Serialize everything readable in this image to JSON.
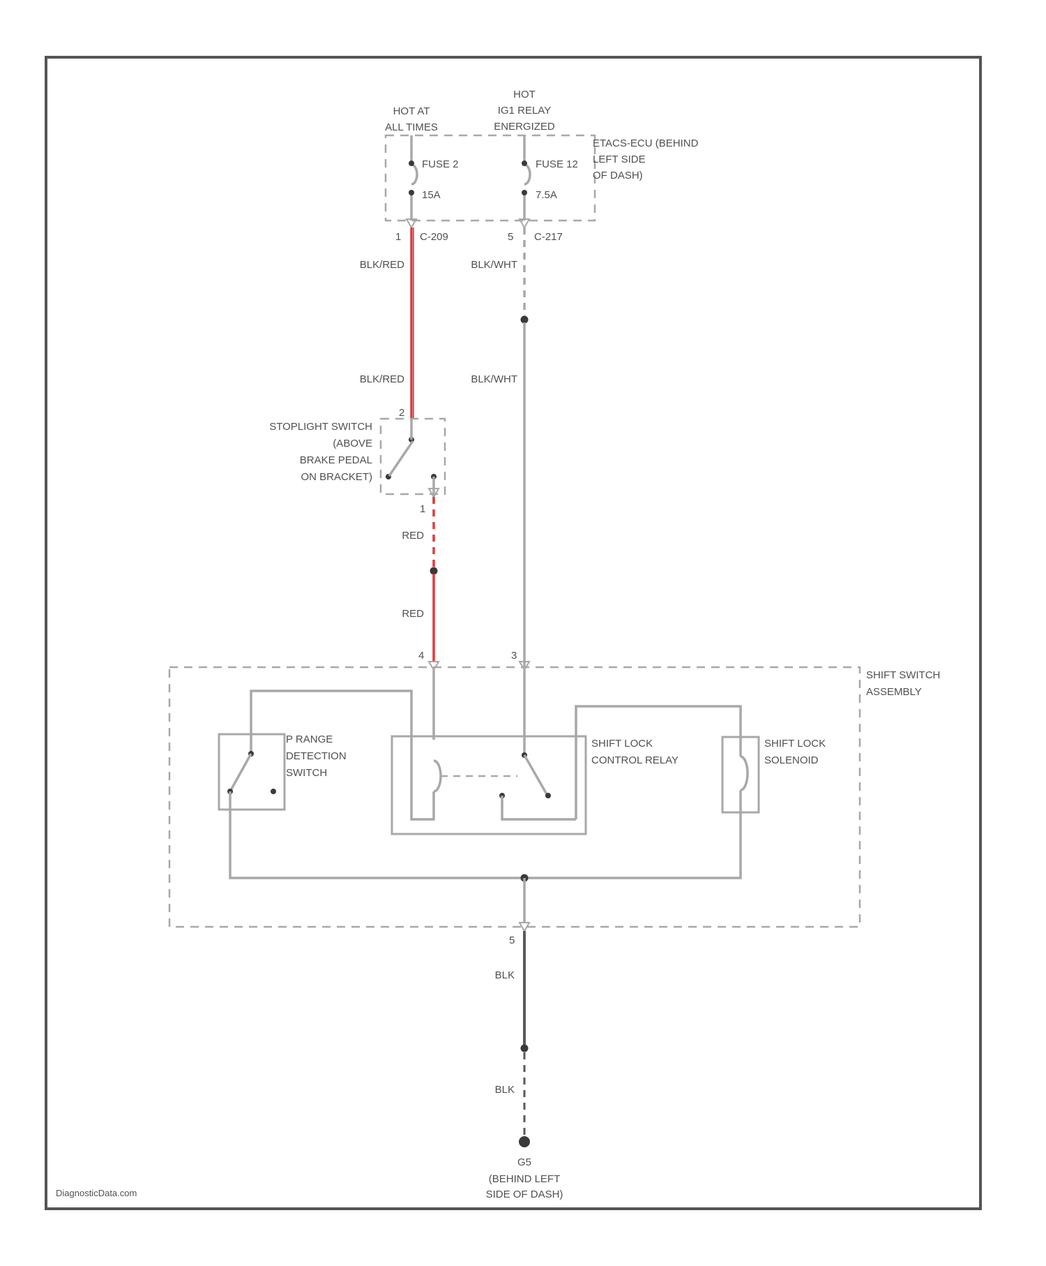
{
  "power_sources": {
    "hot_at_all_times": [
      "HOT AT",
      "ALL TIMES"
    ],
    "hot_ig1_relay": [
      "HOT",
      "IG1 RELAY",
      "ENERGIZED"
    ]
  },
  "junction_block": {
    "label": [
      "ETACS-ECU (BEHIND",
      "LEFT SIDE",
      "OF DASH)"
    ],
    "fuse_a": {
      "name": "FUSE 2",
      "rating": "15A",
      "pin": "1",
      "connector": "C-209"
    },
    "fuse_b": {
      "name": "FUSE 12",
      "rating": "7.5A",
      "pin": "5",
      "connector": "C-217"
    }
  },
  "wires": {
    "blk_red_upper": "BLK/RED",
    "blk_red_lower": "BLK/RED",
    "blk_wht_upper": "BLK/WHT",
    "blk_wht_lower": "BLK/WHT",
    "red_upper": "RED",
    "red_lower": "RED",
    "blk_upper": "BLK",
    "blk_lower": "BLK"
  },
  "stoplight_switch": {
    "label": [
      "STOPLIGHT SWITCH",
      "(ABOVE",
      "BRAKE PEDAL",
      "ON BRACKET)"
    ],
    "pin_in": "2",
    "pin_out": "1"
  },
  "shift_switch_assembly": {
    "label": [
      "SHIFT SWITCH",
      "ASSEMBLY"
    ],
    "pin_red": "4",
    "pin_blk_wht": "3",
    "pin_ground": "5",
    "p_range_switch": [
      "P RANGE",
      "DETECTION",
      "SWITCH"
    ],
    "relay": [
      "SHIFT LOCK",
      "CONTROL RELAY"
    ],
    "solenoid": [
      "SHIFT LOCK",
      "SOLENOID"
    ]
  },
  "ground": {
    "id": "G5",
    "location": [
      "(BEHIND LEFT",
      "SIDE OF DASH)"
    ]
  },
  "watermark": "DiagnosticData.com",
  "colors": {
    "wire_gray": "#a8a8a8",
    "wire_red": "#e23a3a",
    "frame": "#555555"
  }
}
